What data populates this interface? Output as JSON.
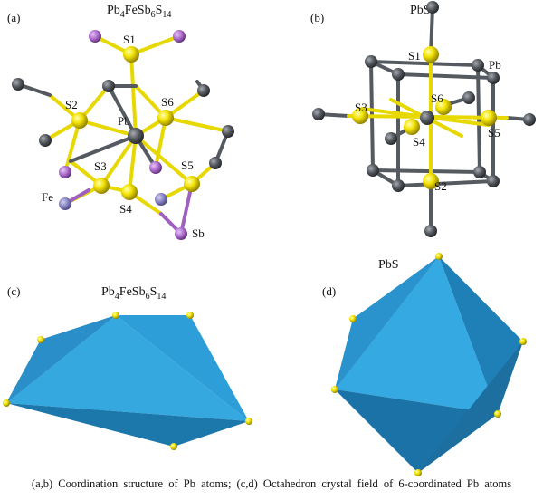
{
  "panels": {
    "a": {
      "label": "(a)",
      "title": "Pb4FeSb6S14"
    },
    "b": {
      "label": "(b)",
      "title": "PbS"
    },
    "c": {
      "label": "(c)",
      "title": "Pb4FeSb6S14"
    },
    "d": {
      "label": "(d)",
      "title": "PbS"
    }
  },
  "atom_labels_a": [
    "S1",
    "S2",
    "S6",
    "Pb",
    "S3",
    "S5",
    "S4",
    "Fe",
    "Sb"
  ],
  "atom_labels_b": [
    "S1",
    "Pb",
    "S6",
    "S3",
    "S4",
    "S5",
    "S2"
  ],
  "caption": "(a,b) Coordination structure of Pb atoms; (c,d) Octahedron crystal field of 6-coordinated Pb atoms",
  "colors": {
    "pb_atom": "#555a60",
    "s_atom": "#f2e200",
    "sb_atom": "#b070d0",
    "fe_atom": "#8a86c6",
    "bond_yellow": "#e6d800",
    "bond_grey": "#555a60",
    "bond_purple": "#a060c0",
    "octahedron": "#2a9bd4"
  }
}
